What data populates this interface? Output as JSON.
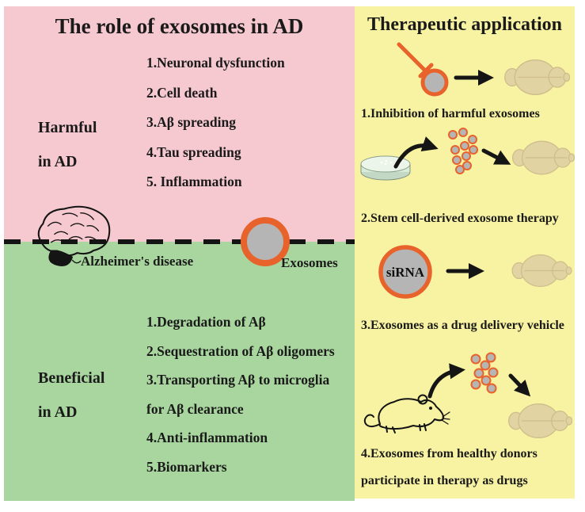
{
  "figure": {
    "left": {
      "title": "The role of exosomes in AD",
      "harmful_label_1": "Harmful",
      "harmful_label_2": "in AD",
      "harmful_lines": [
        "1.Neuronal dysfunction",
        "2.Cell death",
        "3.Aβ spreading",
        "4.Tau spreading",
        "5. Inflammation"
      ],
      "brain_caption": "Alzheimer's disease",
      "exosome_caption": "Exosomes",
      "beneficial_label_1": "Beneficial",
      "beneficial_label_2": "in AD",
      "beneficial_lines": [
        "1.Degradation of Aβ",
        "2.Sequestration of Aβ oligomers",
        "3.Transporting Aβ to microglia",
        "for Aβ clearance",
        "4.Anti-inflammation",
        "5.Biomarkers"
      ]
    },
    "right": {
      "title": "Therapeutic application",
      "item1_label": "1.Inhibition of harmful exosomes",
      "item2_label": "2.Stem cell-derived exosome therapy",
      "item3_label": "3.Exosomes as a drug delivery vehicle",
      "sirna_label": "siRNA",
      "item4_label_1": "4.Exosomes from healthy donors",
      "item4_label_2": "participate in therapy as drugs"
    },
    "colors": {
      "pink": "#f6c9d0",
      "green": "#a8d69e",
      "yellow": "#f8f3a2",
      "orange": "#e8632c",
      "exosome_gray": "#b5b5b5",
      "brain_tan": "#e2d3a3",
      "text": "#1a1a1a"
    }
  }
}
